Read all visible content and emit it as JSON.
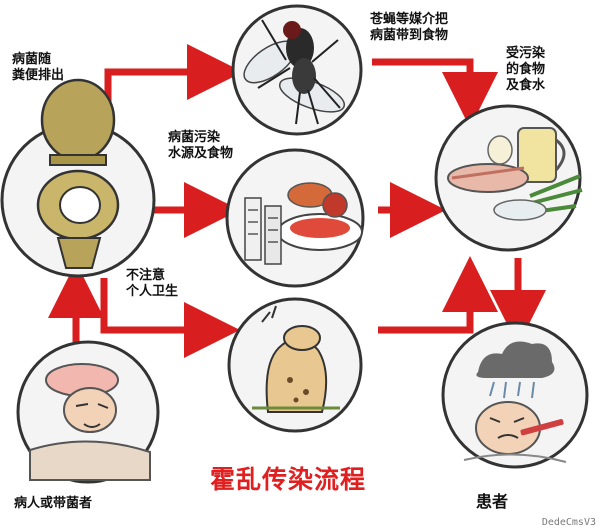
{
  "title": "霍乱传染流程",
  "nodes": {
    "toilet": {
      "label": "病菌随\n粪便排出",
      "icon": "toilet-icon"
    },
    "fly": {
      "label": "苍蝇等媒介把\n病菌带到食物",
      "icon": "fly-icon"
    },
    "contaminated_food": {
      "label": "受污染\n的食物\n及食水",
      "icon": "food-icon"
    },
    "water_food": {
      "label": "病菌污染\n水源及食物",
      "icon": "water-food-icon"
    },
    "hygiene": {
      "label": "不注意\n个人卫生",
      "icon": "unhygienic-hands-icon"
    },
    "carrier": {
      "label": "病人或带菌者",
      "icon": "sick-person-icon"
    },
    "patient": {
      "label": "患者",
      "icon": "patient-icon"
    }
  },
  "watermark": "DedeCmsV3",
  "colors": {
    "arrow": "#d81e1e",
    "title": "#e02020",
    "circle_fill": "#f4f4f4",
    "circle_stroke": "#333333"
  }
}
